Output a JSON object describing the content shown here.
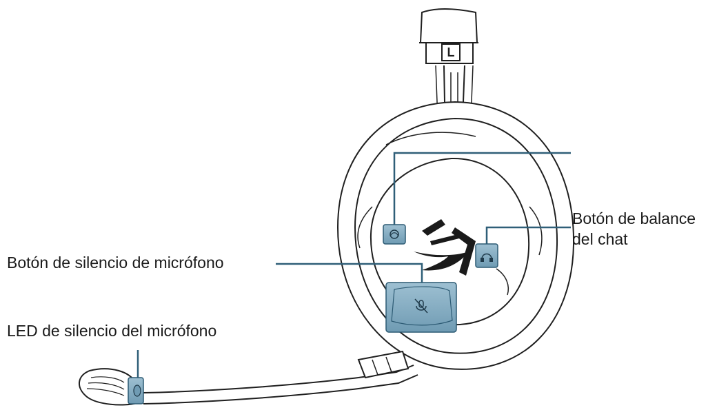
{
  "diagram": {
    "labels": {
      "mic_mute_button": "Botón de silencio de micrófono",
      "mic_mute_led": "LED de silencio del micrófono",
      "chat_balance_line1": "Botón de balance",
      "chat_balance_line2": "del chat"
    },
    "headband_side_marker": "L",
    "colors": {
      "outline": "#1f1f1f",
      "button_fill": "#86aec3",
      "button_stroke": "#2c5a73",
      "leader_line": "#2f5f78",
      "background": "#ffffff"
    }
  }
}
